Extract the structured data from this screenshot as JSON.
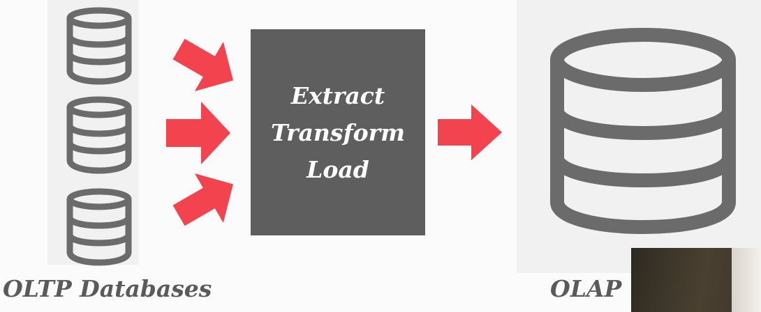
{
  "etl": {
    "line1": "Extract",
    "line2": "Transform",
    "line3": "Load"
  },
  "captions": {
    "left": "OLTP Databases",
    "right": "OLAP"
  },
  "colors": {
    "arrow": "#f2434f",
    "database": "#6b6b6b",
    "etl_box": "#5e5e5e"
  },
  "icons": [
    "database-icon",
    "arrow-right-icon"
  ]
}
